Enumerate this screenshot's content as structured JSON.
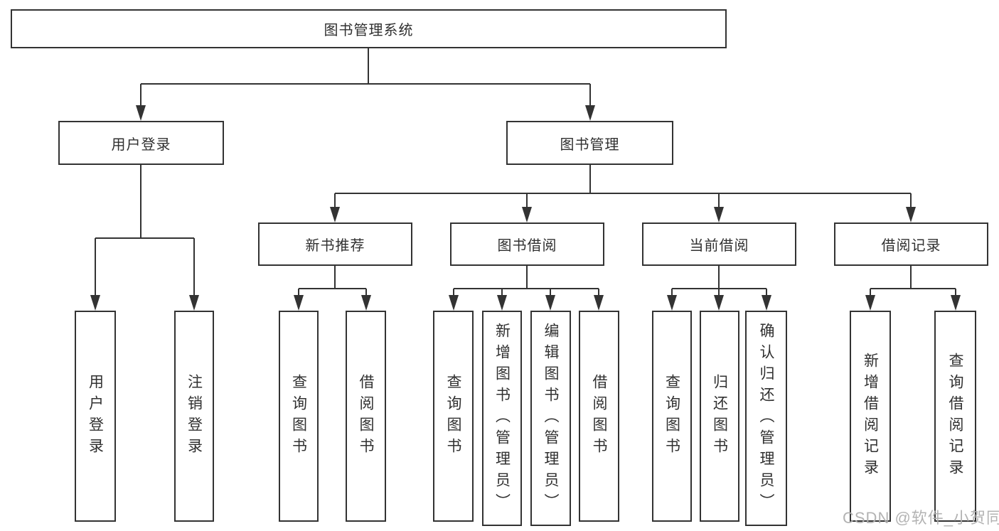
{
  "diagram": {
    "type": "hierarchy-tree",
    "nodes": {
      "root": "图书管理系统",
      "level2": {
        "user_login": "用户登录",
        "book_mgmt": "图书管理"
      },
      "user_login_children": [
        "用户登录",
        "注销登录"
      ],
      "level3": [
        "新书推荐",
        "图书借阅",
        "当前借阅",
        "借阅记录"
      ],
      "new_book_children": [
        "查询图书",
        "借阅图书"
      ],
      "book_borrow_children": [
        "查询图书",
        "新增图书（管理员）",
        "编辑图书（管理员）",
        "借阅图书"
      ],
      "current_borrow_children": [
        "查询图书",
        "归还图书",
        "确认归还（管理员）"
      ],
      "borrow_record_children": [
        "新增借阅记录",
        "查询借阅记录"
      ]
    },
    "colors": {
      "line": "#333333",
      "box_border": "#333333",
      "text": "#303030",
      "watermark": "#afafaf",
      "background": "#ffffff"
    }
  },
  "watermark": "CSDN @软件_小贺同学"
}
